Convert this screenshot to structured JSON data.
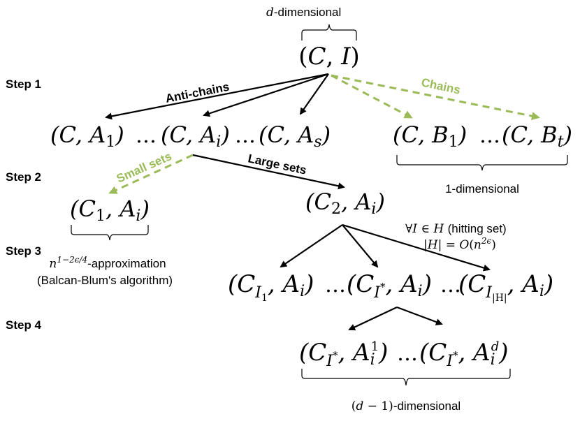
{
  "steps": [
    "Step 1",
    "Step 2",
    "Step 3",
    "Step 4"
  ],
  "top": {
    "dimension_label": "d-dimensional",
    "node": "(C, I)"
  },
  "edges": {
    "anti_chains": "Anti-chains",
    "chains": "Chains",
    "small_sets": "Small sets",
    "large_sets": "Large sets"
  },
  "level1": {
    "antichains": [
      "(C, A1)",
      "…",
      "(C, Ai)",
      "…",
      "(C, As)"
    ],
    "chains": [
      "(C, B1)",
      "…",
      "(C, Bt)"
    ],
    "chains_dimension": "1-dimensional"
  },
  "level2": {
    "small_node": "(C1, Ai)",
    "large_node": "(C2, Ai)",
    "approximation": "n^(1−2ε/4)-approximation",
    "algorithm": "(Balcan-Blum's algorithm)",
    "hitting_set_line1": "∀I ∈ H (hitting set)",
    "hitting_set_line2": "|H| = O(n^(2ε))"
  },
  "level3": {
    "nodes": [
      "(C_{I1}, Ai)",
      "…",
      "(C_{I*}, Ai)",
      "…",
      "(C_{I|H|}, Ai)"
    ]
  },
  "level4": {
    "nodes": [
      "(C_{I*}, Ai^1)",
      "…",
      "(C_{I*}, Ai^d)"
    ],
    "dimension_label": "(d − 1)-dimensional"
  }
}
